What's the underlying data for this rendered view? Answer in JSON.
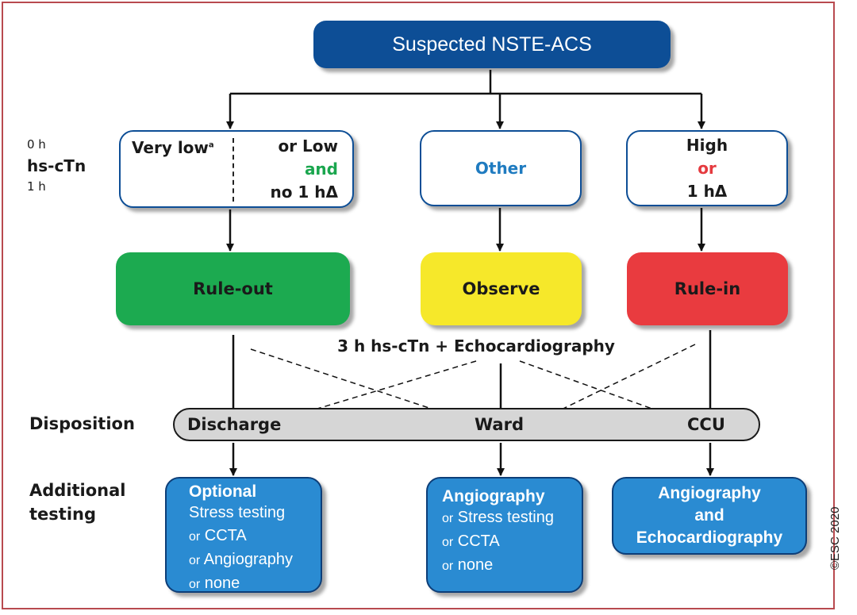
{
  "title": "Suspected NSTE-ACS",
  "side_labels": {
    "time_0h": "0 h",
    "hs_ctn": "hs-cTn",
    "time_1h": "1 h",
    "disposition": "Disposition",
    "additional_testing_1": "Additional",
    "additional_testing_2": "testing"
  },
  "criteria": {
    "very_low": "Very low",
    "very_low_footnote": "a",
    "or_low": "or Low",
    "and": "and",
    "no_1h_delta": "no 1 hΔ",
    "other": "Other",
    "high": "High",
    "or": "or",
    "one_h_delta": "1 hΔ"
  },
  "decisions": {
    "rule_out": "Rule-out",
    "observe": "Observe",
    "rule_in": "Rule-in"
  },
  "observe_note": "3 h hs-cTn + Echocardiography",
  "disposition": {
    "discharge": "Discharge",
    "ward": "Ward",
    "ccu": "CCU"
  },
  "testing": {
    "discharge": {
      "head": "Optional",
      "line1": "Stress testing",
      "line2_or": "or",
      "line2": "CCTA",
      "line3_or": "or",
      "line3": "Angiography",
      "line4_or": "or",
      "line4": "none"
    },
    "ward": {
      "head": "Angiography",
      "line1_or": "or",
      "line1": "Stress testing",
      "line2_or": "or",
      "line2": "CCTA",
      "line3_or": "or",
      "line3": "none"
    },
    "ccu": {
      "head1": "Angiography",
      "head2": "and",
      "head3": "Echocardiography"
    }
  },
  "copyright": "©ESC 2020",
  "colors": {
    "title_blue": "#0d4e96",
    "rule_out_green": "#1caa50",
    "observe_yellow": "#f6e82a",
    "rule_in_red": "#e93b3f",
    "testing_blue": "#2a8bd2",
    "disposition_gray": "#d6d6d6",
    "frame_red": "#b84a4f"
  }
}
